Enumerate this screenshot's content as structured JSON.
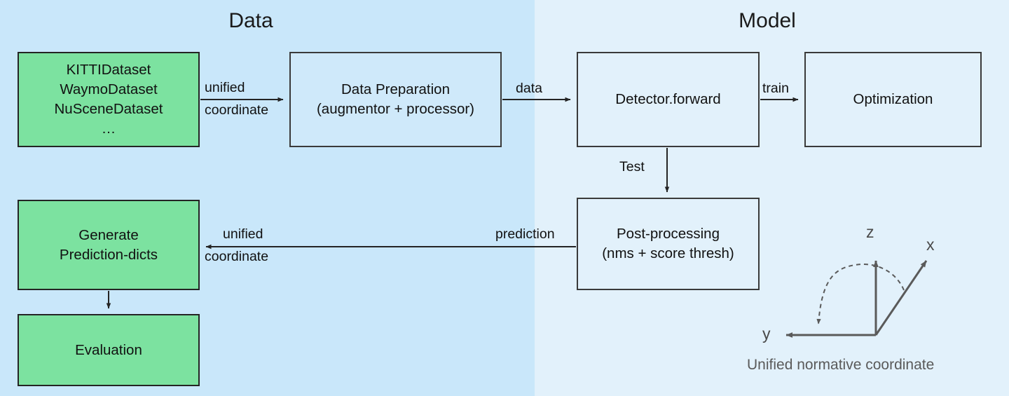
{
  "panels": {
    "data": {
      "title": "Data",
      "bg": "#c9e7fa"
    },
    "model": {
      "title": "Model",
      "bg": "#e2f1fb"
    }
  },
  "nodes": {
    "datasets": {
      "lines": [
        "KITTIDataset",
        "WaymoDataset",
        "NuSceneDataset",
        "…"
      ],
      "fill": "#7ce2a0"
    },
    "dataprep": {
      "lines": [
        "Data Preparation",
        "(augmentor + processor)"
      ],
      "fill": "#cfe9fa"
    },
    "detector": {
      "lines": [
        "Detector.forward"
      ],
      "fill": "#e2f1fb"
    },
    "optimization": {
      "lines": [
        "Optimization"
      ],
      "fill": "#e2f1fb"
    },
    "postproc": {
      "lines": [
        "Post-processing",
        "(nms + score thresh)"
      ],
      "fill": "#e2f1fb"
    },
    "generate": {
      "lines": [
        "Generate",
        "Prediction-dicts"
      ],
      "fill": "#7ce2a0"
    },
    "evaluation": {
      "lines": [
        "Evaluation"
      ],
      "fill": "#7ce2a0"
    }
  },
  "edges": {
    "datasets_to_dataprep_top": "unified",
    "datasets_to_dataprep_bottom": "coordinate",
    "dataprep_to_detector": "data",
    "detector_to_optimization": "train",
    "detector_to_postproc": "Test",
    "postproc_to_generate": "prediction",
    "postproc_to_generate_top": "unified",
    "postproc_to_generate_bottom": "coordinate"
  },
  "coordinate_widget": {
    "axis_x": "x",
    "axis_y": "y",
    "axis_z": "z",
    "caption": "Unified normative coordinate",
    "color": "#5a5a5a"
  }
}
